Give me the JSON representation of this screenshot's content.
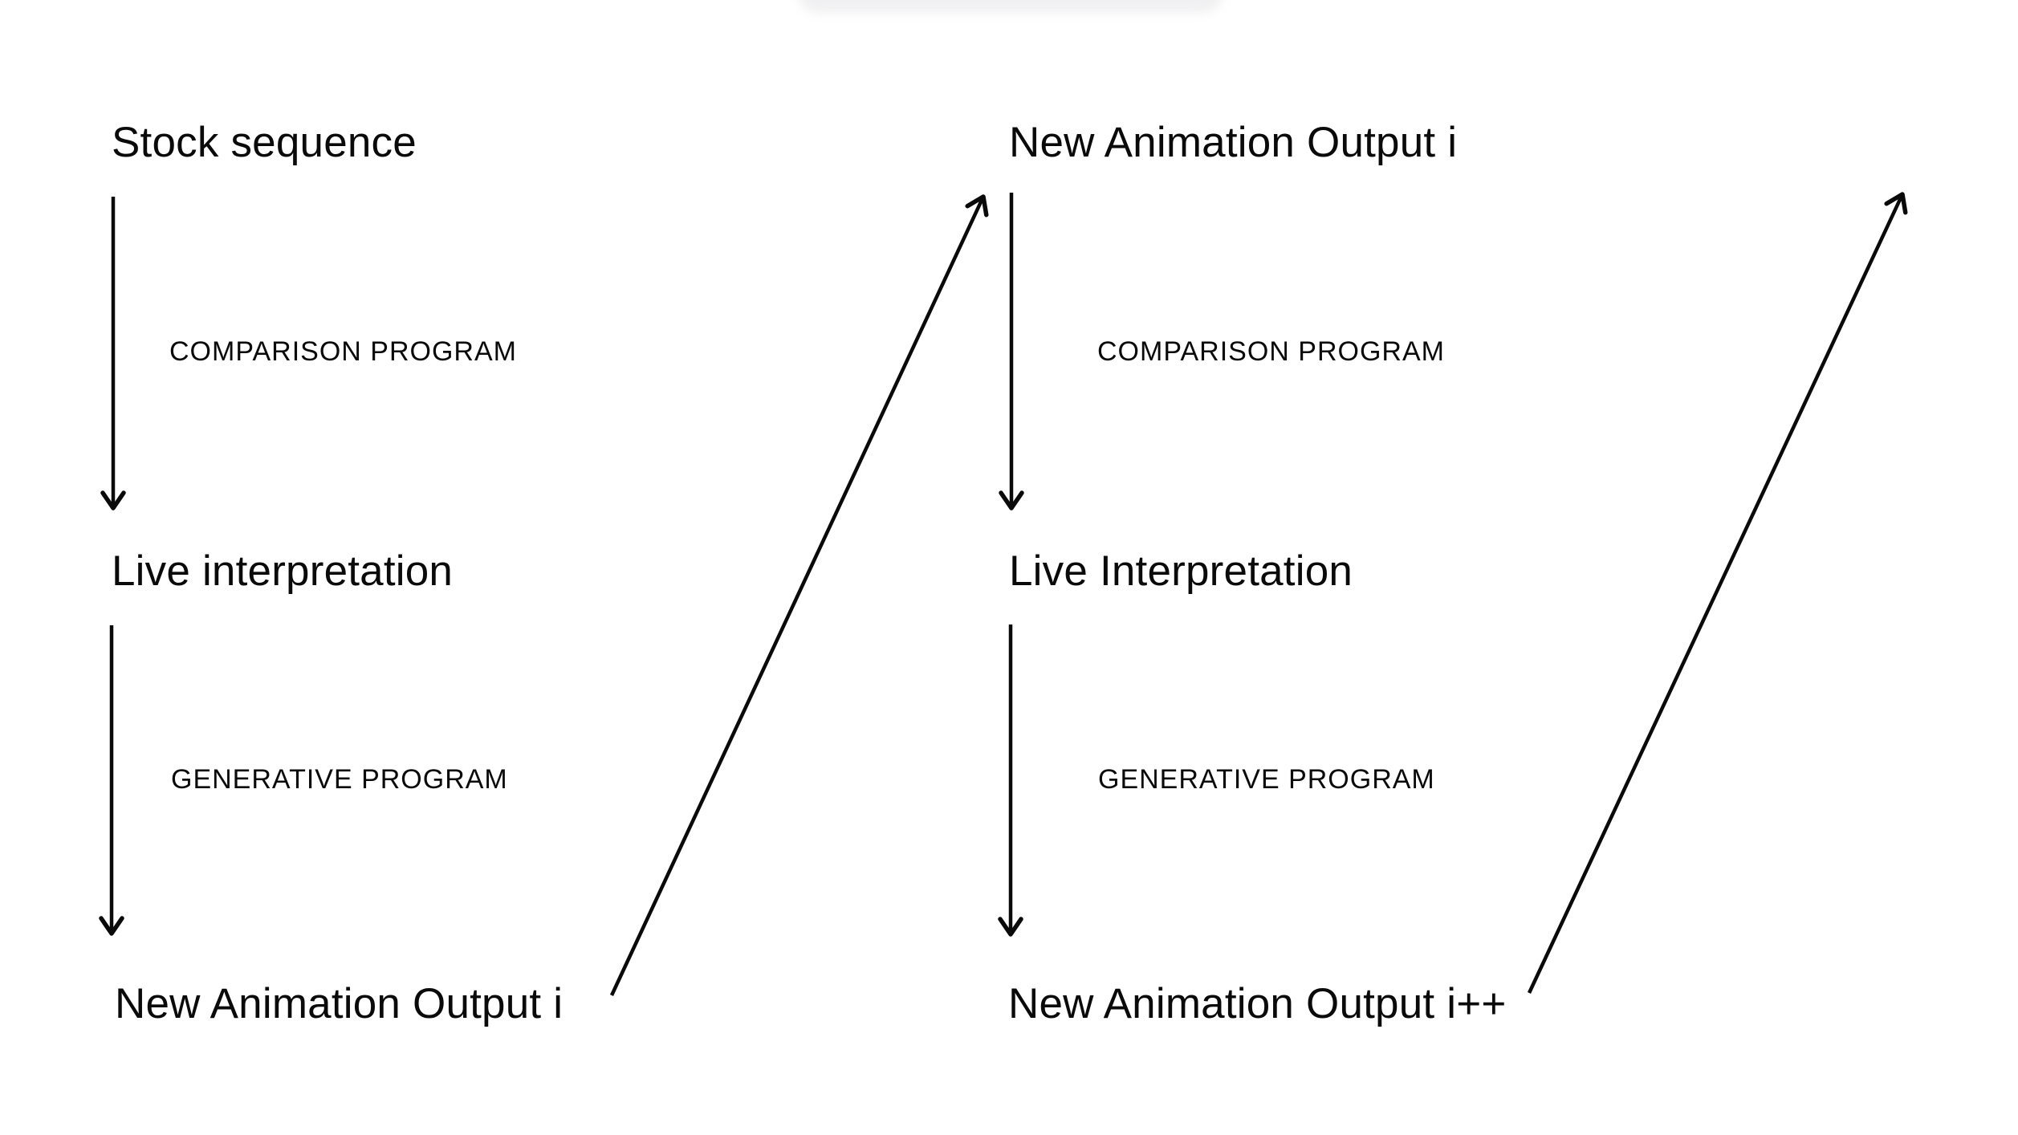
{
  "diagram": {
    "title": "",
    "columns": [
      {
        "id": "iteration-1",
        "nodes": {
          "top": "Stock sequence",
          "middle": "Live interpretation",
          "bottom": "New Animation Output i"
        },
        "labels": {
          "step1": "COMPARISON PROGRAM",
          "step2": "GENERATIVE PROGRAM"
        }
      },
      {
        "id": "iteration-2",
        "nodes": {
          "top": "New Animation Output i",
          "middle": "Live Interpretation",
          "bottom": "New Animation Output i++"
        },
        "labels": {
          "step1": "COMPARISON PROGRAM",
          "step2": "GENERATIVE PROGRAM"
        }
      }
    ],
    "colors": {
      "text": "#0a0a0a",
      "arrow": "#0a0a0a",
      "background": "#ffffff",
      "pill": "#eeeef0"
    }
  }
}
